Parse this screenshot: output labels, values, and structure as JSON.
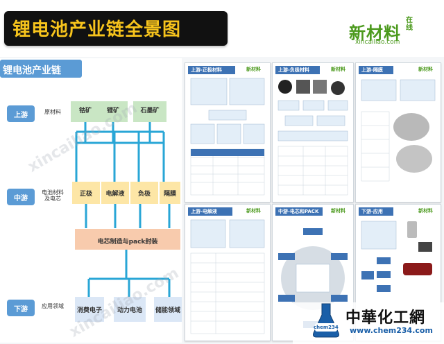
{
  "header": {
    "title": "锂电池产业链全景图",
    "logo_main": "新材料",
    "logo_side": "在线",
    "logo_url": "xincailiao.com"
  },
  "diagram": {
    "title": "锂电池产业链",
    "stages": [
      {
        "key": "up",
        "label": "上游",
        "category": "原材料"
      },
      {
        "key": "mid",
        "label": "中游",
        "category": "电池材料\n及电芯"
      },
      {
        "key": "down",
        "label": "下游",
        "category": "应用领域"
      }
    ],
    "upstream": [
      "钴矿",
      "锂矿",
      "石墨矿"
    ],
    "midstream": [
      "正极",
      "电解液",
      "负极",
      "隔膜"
    ],
    "process": "电芯制造与pack封装",
    "downstream": [
      "消费电子",
      "动力电池",
      "储能领域"
    ]
  },
  "thumbnails": [
    {
      "title": "上游-正极材料"
    },
    {
      "title": "上游-负极材料"
    },
    {
      "title": "上游-隔膜"
    },
    {
      "title": "上游-电解液"
    },
    {
      "title": "中游-电芯和PACK"
    },
    {
      "title": "下游-应用"
    }
  ],
  "thumb_logo": "新材料",
  "watermark": "xincailiao.com",
  "footer": {
    "brand": "中華化工網",
    "url": "www.chem234.com",
    "badge": "chem234"
  },
  "colors": {
    "title_bg": "#111111",
    "title_fg": "#f7c41c",
    "stage_blue": "#5b9bd5",
    "upstream_green": "#c9e6c4",
    "mid_yellow": "#fde6a6",
    "process_peach": "#f8cbad",
    "down_blue": "#dbe7f6",
    "connector": "#29a6d6",
    "brand_green": "#4c9a1e"
  }
}
